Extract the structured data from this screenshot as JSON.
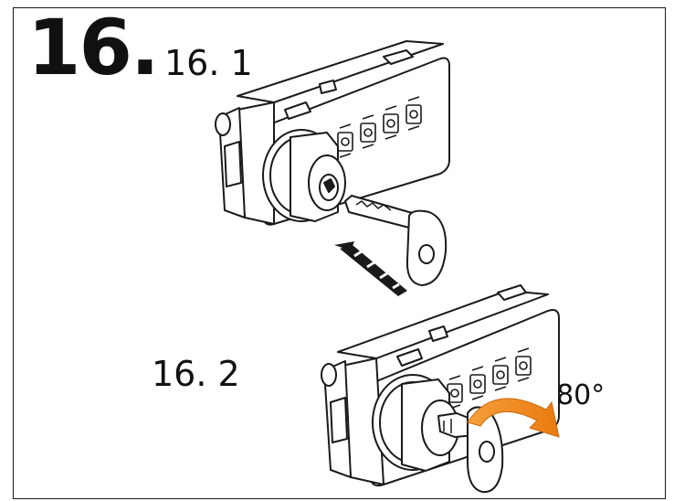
{
  "step": {
    "number": "16."
  },
  "substeps": [
    {
      "label": "16. 1"
    },
    {
      "label": "16. 2"
    }
  ],
  "rotation": {
    "label": "180°"
  },
  "colors": {
    "line": "#1a1a1a",
    "arrow_orange": "#f28b1c",
    "background": "#ffffff"
  },
  "icons": [
    "lock-assembly-icon",
    "key-icon",
    "insert-arrow-icon",
    "rotate-arrow-icon"
  ]
}
